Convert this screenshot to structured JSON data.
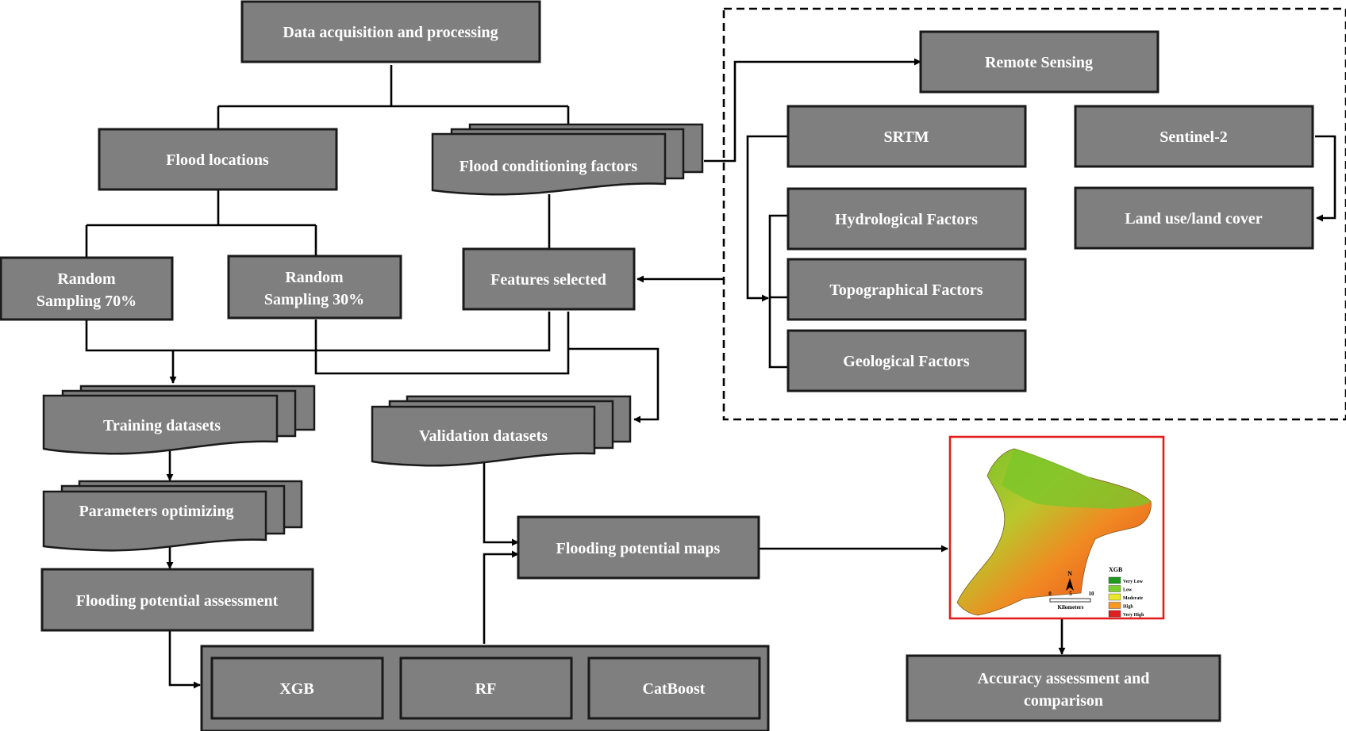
{
  "nodes": {
    "data_acquisition": "Data acquisition and processing",
    "flood_locations": "Flood locations",
    "flood_conditioning": "Flood conditioning factors",
    "random_70_line1": "Random",
    "random_70_line2": "Sampling 70%",
    "random_30_line1": "Random",
    "random_30_line2": "Sampling 30%",
    "features_selected": "Features selected",
    "training_datasets": "Training datasets",
    "validation_datasets": "Validation  datasets",
    "parameters_optimizing": "Parameters optimizing",
    "flooding_assessment": "Flooding potential assessment",
    "flooding_maps": "Flooding potential maps",
    "accuracy_line1": "Accuracy assessment and",
    "accuracy_line2": "comparison"
  },
  "models": [
    "XGB",
    "RF",
    "CatBoost"
  ],
  "remote_panel": {
    "remote_sensing": "Remote Sensing",
    "srtm": "SRTM",
    "sentinel": "Sentinel-2",
    "land_use": "Land use/land cover",
    "hydrological": "Hydrological Factors",
    "topographical": "Topographical Factors",
    "geological": "Geological  Factors"
  },
  "map": {
    "legend_title": "XGB",
    "legend": [
      {
        "label": "Very Low",
        "color": "#1f9a1f"
      },
      {
        "label": "Low",
        "color": "#7ccf2a"
      },
      {
        "label": "Moderate",
        "color": "#e8e82a"
      },
      {
        "label": "High",
        "color": "#f59a1e"
      },
      {
        "label": "Very High",
        "color": "#e01e1e"
      }
    ],
    "north": "N",
    "scale_ticks": [
      "0",
      "5",
      "10"
    ],
    "scale_unit": "Kilometers",
    "frame_color": "#e01e1e"
  }
}
